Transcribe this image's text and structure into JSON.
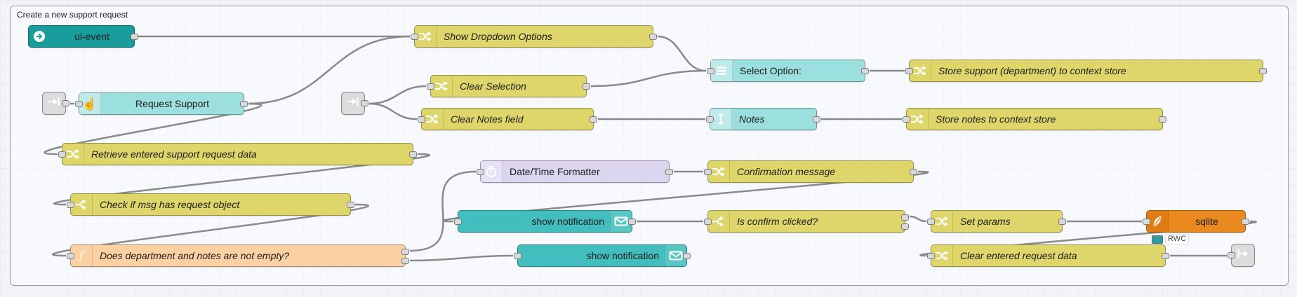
{
  "editor": {
    "group_label": "Create a new support request"
  },
  "nodes": {
    "ui_event": {
      "label": "ui-event"
    },
    "show_dropdown": {
      "label": "Show Dropdown Options"
    },
    "request_support": {
      "label": "Request Support"
    },
    "clear_selection": {
      "label": "Clear Selection"
    },
    "clear_notes": {
      "label": "Clear Notes field"
    },
    "select_option": {
      "label": "Select Option:"
    },
    "notes": {
      "label": "Notes"
    },
    "store_support": {
      "label": "Store support (department) to context store"
    },
    "store_notes": {
      "label": "Store notes to context store"
    },
    "retrieve": {
      "label": "Retrieve entered support request data"
    },
    "datetime": {
      "label": "Date/Time Formatter"
    },
    "confirmation": {
      "label": "Confirmation message"
    },
    "check_request": {
      "label": "Check if msg has request object"
    },
    "show_notification_1": {
      "label": "show notification"
    },
    "is_confirm": {
      "label": "Is confirm clicked?"
    },
    "set_params": {
      "label": "Set params"
    },
    "sqlite": {
      "label": "sqlite",
      "status": "RWC"
    },
    "does_not_empty": {
      "label": "Does department and notes are not empty?"
    },
    "show_notification_2": {
      "label": "show notification"
    },
    "clear_entered": {
      "label": "Clear entered request data"
    }
  },
  "colors": {
    "canvas": "#f3f4fa",
    "change_node": "#DED66A",
    "widget_node": "#9BDFDE",
    "ui_event_node": "#199C9C",
    "notification_node": "#43BEBE",
    "datetime_node": "#DBD5EF",
    "function_node": "#FBD0A2",
    "sqlite_node": "#EA8A1E",
    "link_node": "#dcdcdc",
    "wire": "#8a8a8a",
    "status_dot": "#2E9E9E"
  }
}
